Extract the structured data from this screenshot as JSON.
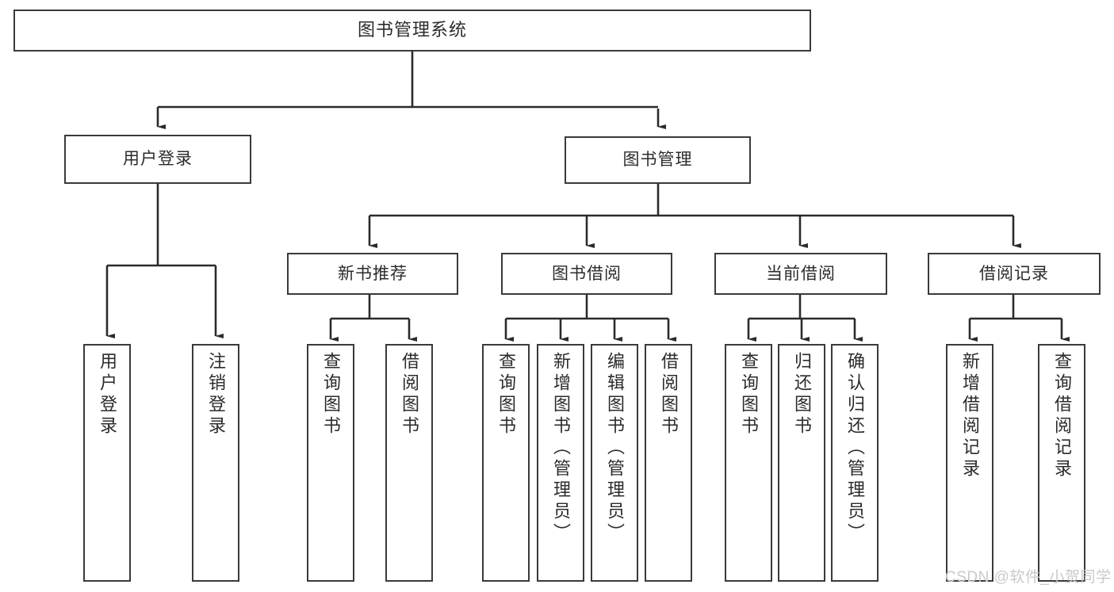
{
  "diagram": {
    "title": "图书管理系统",
    "type": "hierarchy-tree",
    "watermark": "CSDN @软件_小贺同学",
    "colors": {
      "box_border": "#3a3a3a",
      "box_fill": "#ffffff",
      "line": "#2b2b2b",
      "text": "#2b2b2b",
      "watermark": "#c9c9c9"
    },
    "root": {
      "label": "图书管理系统"
    },
    "branches": [
      {
        "label": "用户登录",
        "children": [
          {
            "label": "用户登录"
          },
          {
            "label": "注销登录"
          }
        ]
      },
      {
        "label": "图书管理",
        "groups": [
          {
            "label": "新书推荐",
            "children": [
              {
                "label": "查询图书"
              },
              {
                "label": "借阅图书"
              }
            ]
          },
          {
            "label": "图书借阅",
            "children": [
              {
                "label": "查询图书"
              },
              {
                "label": "新增图书（管理员）"
              },
              {
                "label": "编辑图书（管理员）"
              },
              {
                "label": "借阅图书"
              }
            ]
          },
          {
            "label": "当前借阅",
            "children": [
              {
                "label": "查询图书"
              },
              {
                "label": "归还图书"
              },
              {
                "label": "确认归还（管理员）"
              }
            ]
          },
          {
            "label": "借阅记录",
            "children": [
              {
                "label": "新增借阅记录"
              },
              {
                "label": "查询借阅记录"
              }
            ]
          }
        ]
      }
    ]
  }
}
